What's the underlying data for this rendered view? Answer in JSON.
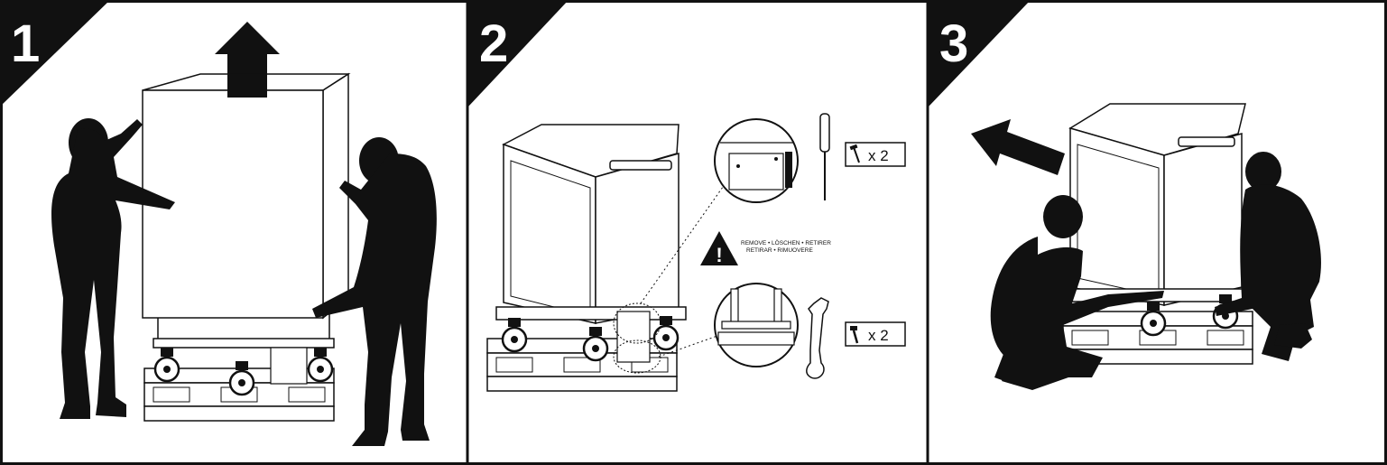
{
  "steps": [
    {
      "number": "1"
    },
    {
      "number": "2"
    },
    {
      "number": "3"
    }
  ],
  "warning": {
    "symbol": "!",
    "line1": "REMOVE • LÖSCHEN • RETIRER",
    "line2": "RETIRAR • RIMUOVERE"
  },
  "hardware": [
    {
      "icon": "screw-icon",
      "quantity": "x 2",
      "tool": "screwdriver-icon"
    },
    {
      "icon": "bolt-icon",
      "quantity": "x 2",
      "tool": "wrench-icon"
    }
  ],
  "colors": {
    "ink": "#111111",
    "paper": "#ffffff"
  }
}
